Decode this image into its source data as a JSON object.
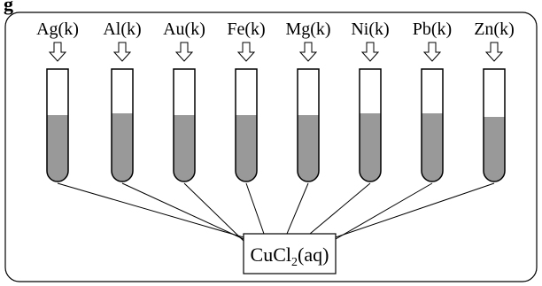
{
  "top_caption": "g",
  "solution": {
    "formula_main": "CuCl",
    "formula_sub": "2",
    "formula_state": "(aq)"
  },
  "metals": [
    {
      "label": "Ag(k)"
    },
    {
      "label": "Al(k)"
    },
    {
      "label": "Au(k)"
    },
    {
      "label": "Fe(k)"
    },
    {
      "label": "Mg(k)"
    },
    {
      "label": "Ni(k)"
    },
    {
      "label": "Pb(k)"
    },
    {
      "label": "Zn(k)"
    }
  ],
  "colors": {
    "liquid": "#999999",
    "outline": "#000000",
    "arrow_fill": "#ffffff",
    "background": "#ffffff"
  }
}
